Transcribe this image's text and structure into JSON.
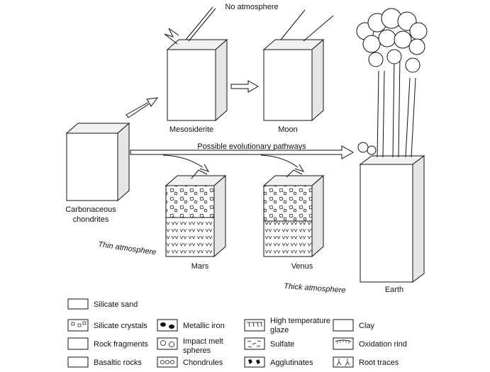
{
  "labels": {
    "no_atmosphere": "No atmosphere",
    "possible_pathways": "Possible evolutionary pathways",
    "thin_atmosphere": "Thin atmosphere",
    "thick_atmosphere": "Thick atmosphere"
  },
  "bodies": {
    "carbonaceous_line1": "Carbonaceous",
    "carbonaceous_line2": "chondrites",
    "mesosiderite": "Mesosiderite",
    "moon": "Moon",
    "mars": "Mars",
    "venus": "Venus",
    "earth": "Earth"
  },
  "legend": {
    "silicate_sand": "Silicate sand",
    "silicate_crystals": "Silicate crystals",
    "rock_fragments": "Rock fragments",
    "basaltic_rocks": "Basaltic rocks",
    "metallic_iron": "Metallic iron",
    "impact_melt_line1": "Impact melt",
    "impact_melt_line2": "spheres",
    "chondrules": "Chondrules",
    "high_temp_line1": "High temperature",
    "high_temp_line2": "glaze",
    "sulfate": "Sulfate",
    "agglutinates": "Agglutinates",
    "clay": "Clay",
    "oxidation_rind": "Oxidation rind",
    "root_traces": "Root traces"
  }
}
